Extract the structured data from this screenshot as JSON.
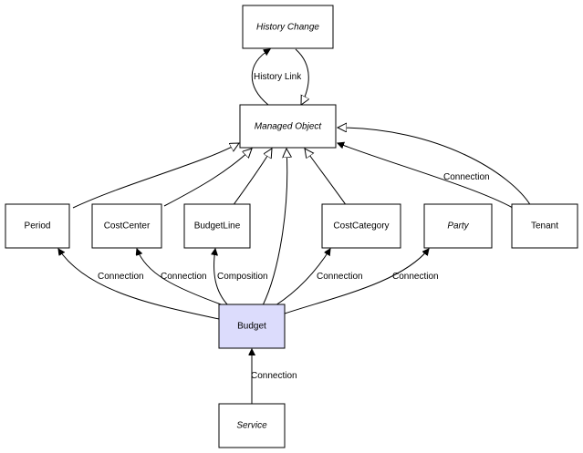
{
  "nodes": {
    "history_change": {
      "label": "History Change",
      "italic": true
    },
    "managed_object": {
      "label": "Managed Object",
      "italic": true
    },
    "period": {
      "label": "Period"
    },
    "cost_center": {
      "label": "CostCenter"
    },
    "budget_line": {
      "label": "BudgetLine"
    },
    "cost_category": {
      "label": "CostCategory"
    },
    "party": {
      "label": "Party",
      "italic": true
    },
    "tenant": {
      "label": "Tenant"
    },
    "budget": {
      "label": "Budget",
      "highlight": true
    },
    "service": {
      "label": "Service",
      "italic": true
    }
  },
  "edges": {
    "history_link": "History Link",
    "tenant_managed": "Connection",
    "budget_period": "Connection",
    "budget_costcenter": "Connection",
    "budget_budgetline": "Composition",
    "budget_costcategory": "Connection",
    "budget_party": "Connection",
    "service_budget": "Connection"
  },
  "colors": {
    "highlight_fill": "#dcdcfc",
    "stroke": "#000000"
  }
}
